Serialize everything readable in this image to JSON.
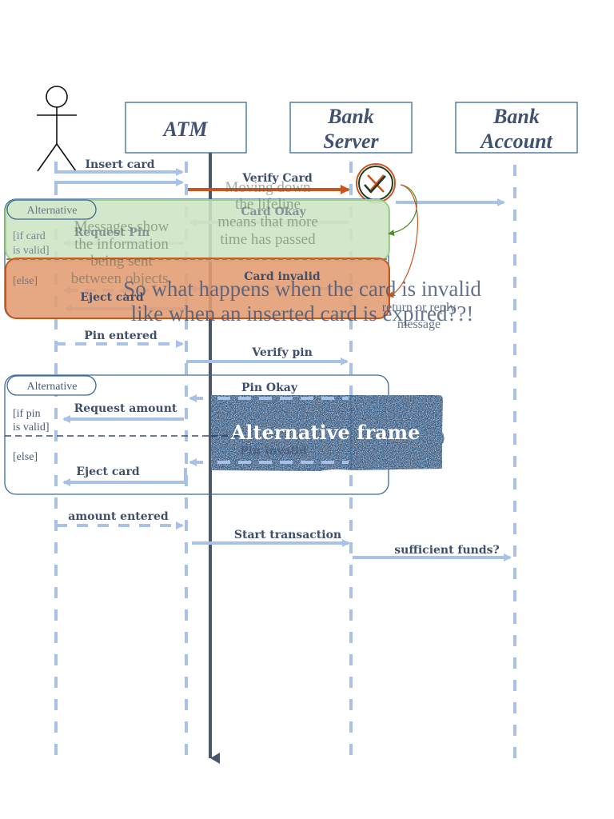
{
  "diagram": {
    "type": "UML sequence diagram",
    "colors": {
      "lifeline": "#a7c2e6",
      "message": "#a7c2e6",
      "text": "#3f4e6a",
      "object_border": "#3a6a9a",
      "verify_card_arrow": "#c8561c",
      "green_fragment": "#cde5c3",
      "orange_fragment": "#e39c72",
      "alt_frame_sticker": "#2f5d8a",
      "time_arrow": "#485670"
    },
    "actor": {
      "name": "user-actor"
    },
    "objects": [
      {
        "id": "atm",
        "line1": "ATM",
        "line2": ""
      },
      {
        "id": "bank-server",
        "line1": "Bank",
        "line2": "Server"
      },
      {
        "id": "bank-account",
        "line1": "Bank",
        "line2": "Account"
      }
    ],
    "messages": {
      "insert_card": "Insert card",
      "verify_card": "Verify Card",
      "card_okay": "Card Okay",
      "request_pin": "Request Pin",
      "card_invalid": "Card invalid",
      "eject_card_1": "Eject card",
      "pin_entered": "Pin entered",
      "verify_pin": "Verify pin",
      "pin_okay": "Pin Okay",
      "request_amount": "Request amount",
      "pin_invalid": "Pin invalid",
      "eject_card_2": "Eject card",
      "amount_entered": "amount entered",
      "start_transaction": "Start transaction",
      "sufficient_funds": "sufficient funds?"
    },
    "fragments": [
      {
        "label": "Alternative",
        "guard_if": [
          "[if card",
          "is valid]"
        ],
        "guard_else": "[else]"
      },
      {
        "label": "Alternative",
        "guard_if": [
          "[if pin",
          "is valid]"
        ],
        "guard_else": "[else]"
      }
    ],
    "annotations": {
      "lifeline_note": [
        "Moving down",
        "the lifeline",
        "means that more",
        "time has passed"
      ],
      "messages_note": [
        "Messages show",
        "the information",
        "being sent",
        "between objects."
      ],
      "question": [
        "So what happens when the card is invalid",
        "like when an inserted card is expired??!"
      ],
      "reply_note": [
        "return or reply",
        "message"
      ],
      "alt_frame_sticker": "Alternative frame"
    }
  }
}
